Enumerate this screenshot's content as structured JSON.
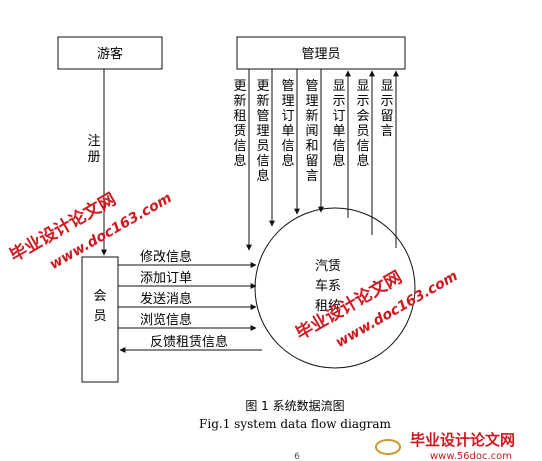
{
  "diagram": {
    "entities": {
      "visitor": "游客",
      "admin": "管理员",
      "member": "会员",
      "system": "汽赁车系租统"
    },
    "flows": {
      "register": "注册",
      "admin_flows": [
        "更新租赁信息",
        "更新管理员信息",
        "管理订单信息",
        "管理新闻和留言",
        "显示订单信息",
        "显示会员信息",
        "显示留言"
      ],
      "member_flows": [
        "修改信息",
        "添加订单",
        "发送消息",
        "浏览信息",
        "反馈租赁信息"
      ]
    },
    "system_lines": [
      "汽赁",
      "车系",
      "租统"
    ]
  },
  "caption": {
    "cn": "图 1    系统数据流图",
    "en": "Fig.1 system data flow diagram"
  },
  "watermark": {
    "brand_cn": "毕业设计论文网",
    "url_a": "www.doc163.com",
    "url_b": "www.56doc.com",
    "color": "#d0181f"
  },
  "page_number": "6"
}
